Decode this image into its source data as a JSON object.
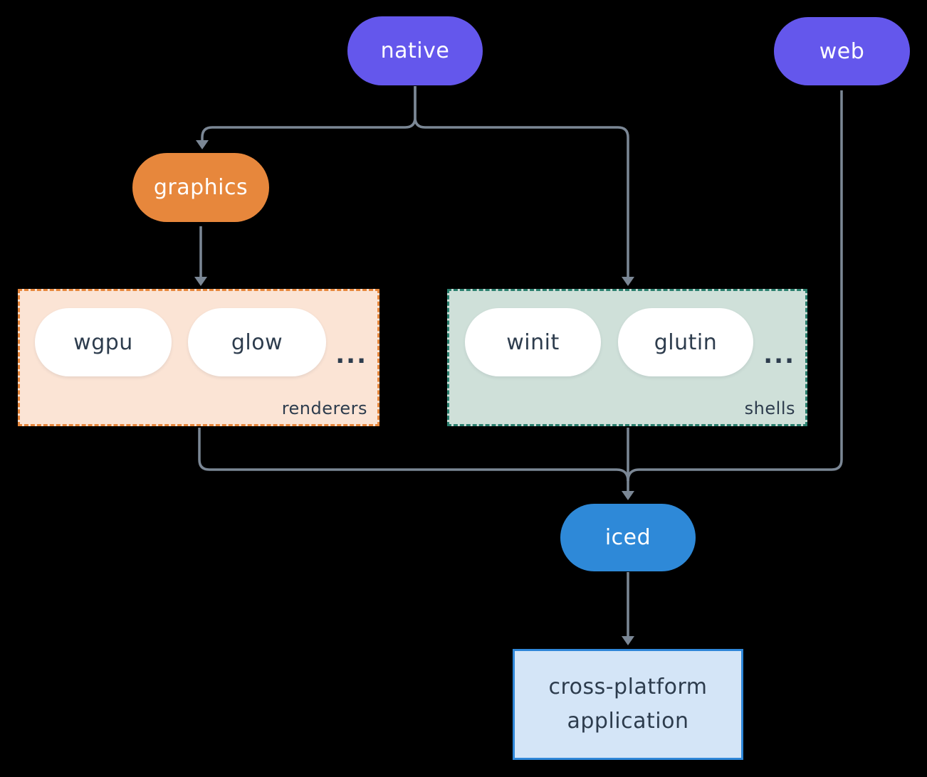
{
  "diagram": {
    "background_color": "#000000",
    "connector_color": "#7b8795",
    "nodes": {
      "native": {
        "label": "native",
        "color": "#6457ec",
        "text_color": "#ffffff"
      },
      "web": {
        "label": "web",
        "color": "#6457ec",
        "text_color": "#ffffff"
      },
      "graphics": {
        "label": "graphics",
        "color": "#e7873c",
        "text_color": "#ffffff"
      },
      "iced": {
        "label": "iced",
        "color": "#2e89d8",
        "text_color": "#ffffff"
      }
    },
    "groups": {
      "renderers": {
        "label": "renderers",
        "background": "#fbe4d5",
        "border_color": "#e7873c",
        "border_style": "dashed",
        "items": [
          {
            "label": "wgpu"
          },
          {
            "label": "glow"
          }
        ],
        "ellipsis": "...",
        "item_background": "#ffffff",
        "item_text_color": "#2d3c4d"
      },
      "shells": {
        "label": "shells",
        "background": "#cfe0d9",
        "border_color": "#2a7f6e",
        "border_style": "dashed",
        "items": [
          {
            "label": "winit"
          },
          {
            "label": "glutin"
          }
        ],
        "ellipsis": "...",
        "item_background": "#ffffff",
        "item_text_color": "#2d3c4d"
      }
    },
    "application_box": {
      "line1": "cross-platform",
      "line2": "application",
      "background": "#d4e5f7",
      "border_color": "#2e86d8",
      "text_color": "#2d3c4d"
    },
    "edges": [
      "native -> graphics",
      "native -> shells",
      "graphics -> renderers",
      "renderers -> iced",
      "shells -> iced",
      "web -> iced",
      "iced -> cross-platform application"
    ]
  }
}
